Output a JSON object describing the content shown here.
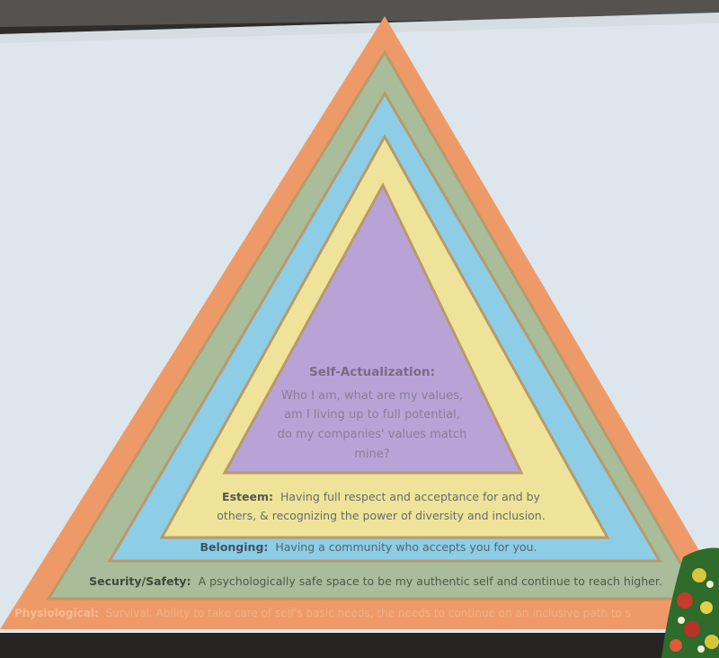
{
  "slide": {
    "background_color": "#dce6ec",
    "ceiling_color": "#4b4a47",
    "floor_color": "#2a2928"
  },
  "pyramid": {
    "levels": [
      {
        "name": "self-actualization",
        "color": "#b9a3d6",
        "title": "Self-Actualization:",
        "lines": [
          "Who I am, what are my values,",
          "am I living up to full potential,",
          "do my companies' values match",
          "mine?"
        ]
      },
      {
        "name": "esteem",
        "color": "#efe39a",
        "title": "Esteem:",
        "lines": [
          "Having full respect and acceptance for and by",
          "others, & recognizing the power of diversity and inclusion."
        ]
      },
      {
        "name": "belonging",
        "color": "#8ecde6",
        "title": "Belonging:",
        "lines": [
          "Having a community who accepts you for you."
        ]
      },
      {
        "name": "security-safety",
        "color": "#a9bd9a",
        "title": "Security/Safety:",
        "lines": [
          "A psychologically safe space to be my authentic self and continue to reach higher."
        ]
      },
      {
        "name": "physiological",
        "color": "#ee9a68",
        "title": "Physiological:",
        "lines": [
          "Survival. Ability to take care of self's basic needs, the needs to continue on an inclusive path to s"
        ]
      }
    ]
  }
}
